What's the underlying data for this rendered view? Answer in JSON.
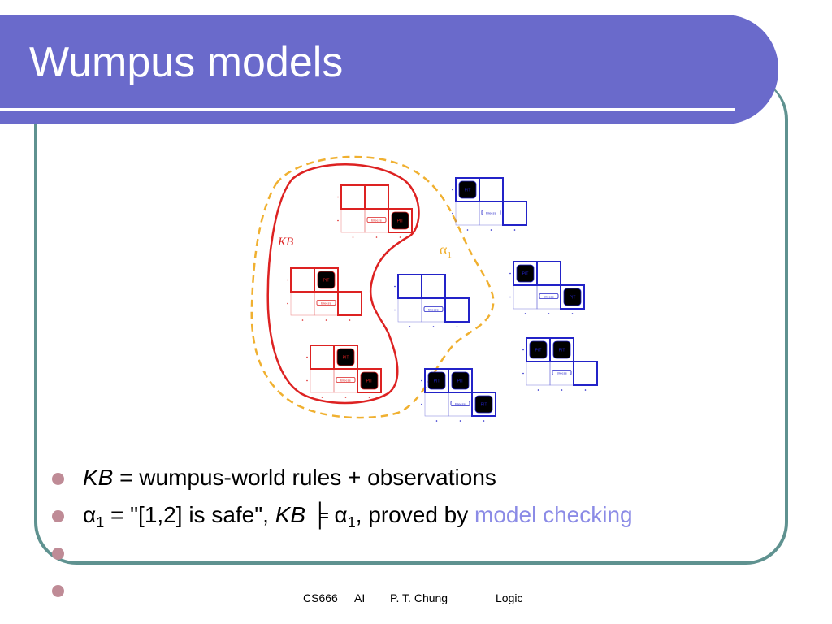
{
  "slide": {
    "title": "Wumpus models"
  },
  "diagram": {
    "kb_label": "KB",
    "alpha_label": "α",
    "alpha_subscript": "1",
    "cell_tag": "PIT",
    "breeze_tag": "Breeze",
    "colors": {
      "kb_models": "#dd2222",
      "other_models": "#2323c8",
      "kb_boundary": "#dd2222",
      "alpha_boundary": "#f0b030"
    },
    "models": [
      {
        "group": "kb",
        "pits": [
          "3,1"
        ]
      },
      {
        "group": "kb",
        "pits": [
          "2,2"
        ]
      },
      {
        "group": "kb",
        "pits": [
          "2,2",
          "3,1"
        ]
      },
      {
        "group": "other",
        "pits": [
          "1,2"
        ]
      },
      {
        "group": "other",
        "pits": []
      },
      {
        "group": "other",
        "pits": [
          "1,2",
          "3,1"
        ]
      },
      {
        "group": "other",
        "pits": [
          "1,2",
          "2,2"
        ]
      },
      {
        "group": "other",
        "pits": [
          "1,2",
          "2,2",
          "3,1"
        ]
      }
    ]
  },
  "bullets": [
    {
      "kb": "KB",
      "text": " = wumpus-world rules + observations"
    },
    {
      "alpha": "α",
      "sub": "1",
      "text1": " = \"[1,2] is safe\", ",
      "kb": "KB",
      "entails": " ╞ ",
      "alpha2": "α",
      "sub2": "1",
      "text2": ", proved by ",
      "link": "model checking"
    },
    {},
    {}
  ],
  "footer": {
    "course": "CS666",
    "subject": "AI",
    "author": "P. T. Chung",
    "topic": "Logic"
  }
}
